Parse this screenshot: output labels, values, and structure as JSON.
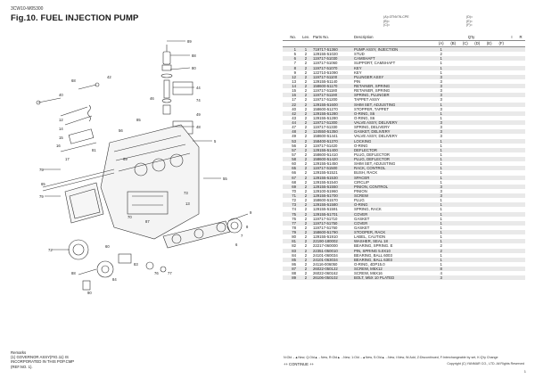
{
  "header": {
    "model": "3CW10-M05300",
    "figure_title": "Fig.10.  FUEL INJECTION PUMP",
    "codes_left": [
      "(A)=3TNV76-CPE",
      "(B)=",
      "(C)="
    ],
    "codes_right": [
      "(D)=",
      "(E)=",
      "(F)="
    ]
  },
  "table": {
    "columns": {
      "no": "No.",
      "lev": "Lev.",
      "parts_no": "Parts No.",
      "description": "Description",
      "qty": "Q'ty",
      "i": "I",
      "r": "R"
    },
    "qty_sub": [
      "(A)",
      "(B)",
      "(C)",
      "(D)",
      "(E)",
      "(F)"
    ],
    "rows": [
      {
        "no": "1",
        "lev": "1",
        "part": "719717-51360",
        "desc": "PUMP ASSY, INJECTION",
        "qty": "1"
      },
      {
        "no": "5",
        "lev": "2",
        "part": "129155-51020",
        "desc": "STUD",
        "qty": "2"
      },
      {
        "no": "6",
        "lev": "2",
        "part": "119717-51030",
        "desc": "CAMSHAFT",
        "qty": "1"
      },
      {
        "no": "7",
        "lev": "2",
        "part": "119717-51060",
        "desc": "SUPPORT, CAMSHAFT",
        "qty": "1"
      },
      {
        "no": "8",
        "lev": "2",
        "part": "119717-51070",
        "desc": "KEY",
        "qty": "1"
      },
      {
        "no": "9",
        "lev": "2",
        "part": "122710-51090",
        "desc": "KEY",
        "qty": "1"
      },
      {
        "no": "12",
        "lev": "2",
        "part": "119717-51100",
        "desc": "PLUNGER ASSY",
        "qty": "3"
      },
      {
        "no": "13",
        "lev": "2",
        "part": "129155-51140",
        "desc": "PIN",
        "qty": "3"
      },
      {
        "no": "14",
        "lev": "2",
        "part": "158600-51170",
        "desc": "RETAINER, SPRING",
        "qty": "3"
      },
      {
        "no": "15",
        "lev": "2",
        "part": "119717-51180",
        "desc": "RETAINER, SPRING",
        "qty": "3"
      },
      {
        "no": "16",
        "lev": "2",
        "part": "119717-51190",
        "desc": "SPRING, PLUNGER",
        "qty": "3"
      },
      {
        "no": "17",
        "lev": "2",
        "part": "119717-51200",
        "desc": "TAPPET ASSY",
        "qty": "3"
      },
      {
        "no": "22",
        "lev": "2",
        "part": "129155-51600",
        "desc": "SHIM SET, ADJUSTING",
        "qty": "1"
      },
      {
        "no": "40",
        "lev": "2",
        "part": "158600-51270",
        "desc": "STOPPER, TAPPET",
        "qty": "3"
      },
      {
        "no": "42",
        "lev": "2",
        "part": "129155-51280",
        "desc": "O-RING, S6",
        "qty": "1"
      },
      {
        "no": "43",
        "lev": "2",
        "part": "129155-51280",
        "desc": "O-RING, S6",
        "qty": "1"
      },
      {
        "no": "44",
        "lev": "2",
        "part": "119717-51300",
        "desc": "VALVE ASSY, DELIVERY",
        "qty": "3"
      },
      {
        "no": "47",
        "lev": "2",
        "part": "119717-51330",
        "desc": "SPRING, DELIVERY",
        "qty": "3"
      },
      {
        "no": "48",
        "lev": "2",
        "part": "124550-51350",
        "desc": "GASKET, DELIVERY",
        "qty": "3"
      },
      {
        "no": "49",
        "lev": "2",
        "part": "158600-51441",
        "desc": "VALVE ASSY, DELIVERY",
        "qty": "3"
      },
      {
        "no": "53",
        "lev": "2",
        "part": "158400-51370",
        "desc": "LOCKING",
        "qty": "1"
      },
      {
        "no": "56",
        "lev": "2",
        "part": "119717-51420",
        "desc": "O-RING",
        "qty": "1"
      },
      {
        "no": "57",
        "lev": "2",
        "part": "129155-51400",
        "desc": "DEFLECTOR",
        "qty": "1"
      },
      {
        "no": "57",
        "lev": "2",
        "part": "158600-51410",
        "desc": "PLUG, DEFLECTOR",
        "qty": "1"
      },
      {
        "no": "58",
        "lev": "2",
        "part": "158600-51420",
        "desc": "PLUG, DEFLECTOR",
        "qty": "1"
      },
      {
        "no": "60",
        "lev": "2",
        "part": "129155-51450",
        "desc": "SHIM SET, ADJUSTING",
        "qty": "1"
      },
      {
        "no": "65",
        "lev": "2",
        "part": "119717-51500",
        "desc": "RACK, CONTROL",
        "qty": "1"
      },
      {
        "no": "66",
        "lev": "2",
        "part": "129155-51521",
        "desc": "BUSH, RACK",
        "qty": "1"
      },
      {
        "no": "67",
        "lev": "2",
        "part": "129155-51530",
        "desc": "SPACER",
        "qty": "1"
      },
      {
        "no": "68",
        "lev": "2",
        "part": "129155-51540",
        "desc": "CIRCLIP",
        "qty": "1"
      },
      {
        "no": "69",
        "lev": "2",
        "part": "129155-51550",
        "desc": "PINION, CONTROL",
        "qty": "3"
      },
      {
        "no": "70",
        "lev": "2",
        "part": "129100-51960",
        "desc": "PINION",
        "qty": "3"
      },
      {
        "no": "71",
        "lev": "2",
        "part": "129155-51700",
        "desc": "SCREW",
        "qty": "3"
      },
      {
        "no": "72",
        "lev": "2",
        "part": "158600-51570",
        "desc": "PLUG",
        "qty": "1"
      },
      {
        "no": "73",
        "lev": "2",
        "part": "129155-51580",
        "desc": "O-RING",
        "qty": "1"
      },
      {
        "no": "74",
        "lev": "2",
        "part": "129155-51591",
        "desc": "SPRING, RACK",
        "qty": "1"
      },
      {
        "no": "75",
        "lev": "2",
        "part": "129155-51701",
        "desc": "COVER",
        "qty": "1"
      },
      {
        "no": "76",
        "lev": "2",
        "part": "119717-51710",
        "desc": "GASKET",
        "qty": "1"
      },
      {
        "no": "77",
        "lev": "2",
        "part": "119717-51750",
        "desc": "COVER",
        "qty": "1"
      },
      {
        "no": "78",
        "lev": "2",
        "part": "119717-51760",
        "desc": "GASKET",
        "qty": "1"
      },
      {
        "no": "79",
        "lev": "2",
        "part": "158600-51790",
        "desc": "STOOPER, RACK",
        "qty": "1"
      },
      {
        "no": "80",
        "lev": "2",
        "part": "129155-51910",
        "desc": "LABEL, CAUTION",
        "qty": "1"
      },
      {
        "no": "81",
        "lev": "2",
        "part": "22190-180002",
        "desc": "WASHER, SEAL 18",
        "qty": "1"
      },
      {
        "no": "82",
        "lev": "2",
        "part": "22217-060000",
        "desc": "BEARING, SPRING. E",
        "qty": "2"
      },
      {
        "no": "83",
        "lev": "2",
        "part": "22351-050010",
        "desc": "PIN, SPRING 5.0X10",
        "qty": "2"
      },
      {
        "no": "84",
        "lev": "2",
        "part": "24101-060034",
        "desc": "BEARING, BALL 6003",
        "qty": "1"
      },
      {
        "no": "85",
        "lev": "2",
        "part": "24101-063034",
        "desc": "BEARING, BALL 6303",
        "qty": "1"
      },
      {
        "no": "86",
        "lev": "2",
        "part": "24116-006050",
        "desc": "O-RING, 4DP15.0",
        "qty": "1"
      },
      {
        "no": "87",
        "lev": "2",
        "part": "26022-050122",
        "desc": "SCREW, M5X12",
        "qty": "8"
      },
      {
        "no": "88",
        "lev": "2",
        "part": "26022-060162",
        "desc": "SCREW, M6X16",
        "qty": "4"
      },
      {
        "no": "89",
        "lev": "2",
        "part": "26106-050102",
        "desc": "BOLT, M5X 10 PLATED",
        "qty": "3"
      }
    ]
  },
  "remarks": {
    "title": "Remarks",
    "lines": [
      "(1) GOVERNOR ASSY(FIG.11) IS",
      "INCORPORATED IN THIS POP.CMP",
      "(REF.NO. 1)."
    ]
  },
  "footer": {
    "legend": "N:Old→▲New, Q:Old▲→New, R:Old▲→New, 1:Old→▲New, S:Old▲→New, I:New, W:Add, Z:Discontinued, F:Interchangeable by set, K:Q'ty Change",
    "continue": "++ CONTINUE ++",
    "copyright": "Copyright (C) YANMAR CO., LTD. All Rights Reserved",
    "page": "1"
  },
  "diagram_callouts": [
    "89",
    "88",
    "80",
    "44",
    "74",
    "49",
    "48",
    "46",
    "5",
    "55",
    "9",
    "40",
    "12",
    "14",
    "15",
    "75",
    "79",
    "72",
    "81",
    "17",
    "8",
    "7",
    "6",
    "65",
    "56",
    "85",
    "69",
    "70",
    "87",
    "81",
    "67",
    "88",
    "90",
    "84",
    "83",
    "76",
    "77",
    "73",
    "13",
    "16",
    "42",
    "68",
    "60"
  ]
}
